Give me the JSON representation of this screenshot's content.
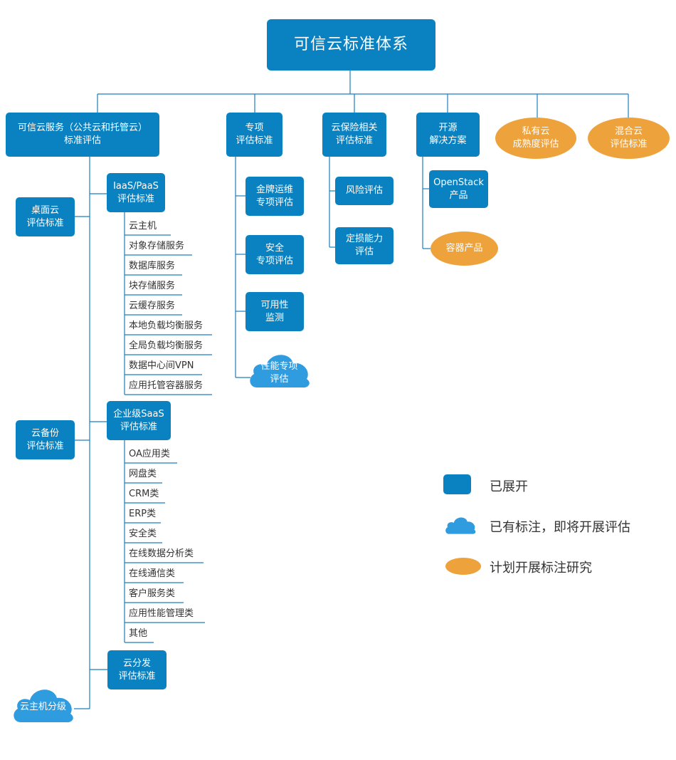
{
  "root": "可信云标准体系",
  "branches": {
    "trusted_cloud": "可信云服务（公共云和托管云）\n标准评估",
    "special": "专项\n评估标准",
    "insurance": "云保险相关\n评估标准",
    "open_source": "开源\n解决方案",
    "private_cloud": "私有云\n成熟度评估",
    "hybrid_cloud": "混合云\n评估标准"
  },
  "trusted_cloud_children": {
    "desktop": "桌面云\n评估标准",
    "backup": "云备份\n评估标准",
    "host_grading": "云主机分级",
    "iaas_paas": "IaaS/PaaS\n评估标准",
    "saas": "企业级SaaS\n评估标准",
    "distribution": "云分发\n评估标准"
  },
  "iaas_items": [
    "云主机",
    "对象存储服务",
    "数据库服务",
    "块存储服务",
    "云缓存服务",
    "本地负载均衡服务",
    "全局负载均衡服务",
    "数据中心间VPN",
    "应用托管容器服务"
  ],
  "saas_items": [
    "OA应用类",
    "网盘类",
    "CRM类",
    "ERP类",
    "安全类",
    "在线数据分析类",
    "在线通信类",
    "客户服务类",
    "应用性能管理类",
    "其他"
  ],
  "special_children": [
    "金牌运维\n专项评估",
    "安全\n专项评估",
    "可用性\n监测",
    "性能专项\n评估"
  ],
  "insurance_children": [
    "风险评估",
    "定损能力\n评估"
  ],
  "open_source_children": [
    "OpenStack\n产品",
    "容器产品"
  ],
  "legend": {
    "expanded": "已展开",
    "labeled": "已有标注，即将开展评估",
    "planned": "计划开展标注研究"
  },
  "colors": {
    "box": "#0a82c2",
    "oval": "#eea23b",
    "cloud": "#2f9ce0",
    "line": "#1b7fbf"
  }
}
